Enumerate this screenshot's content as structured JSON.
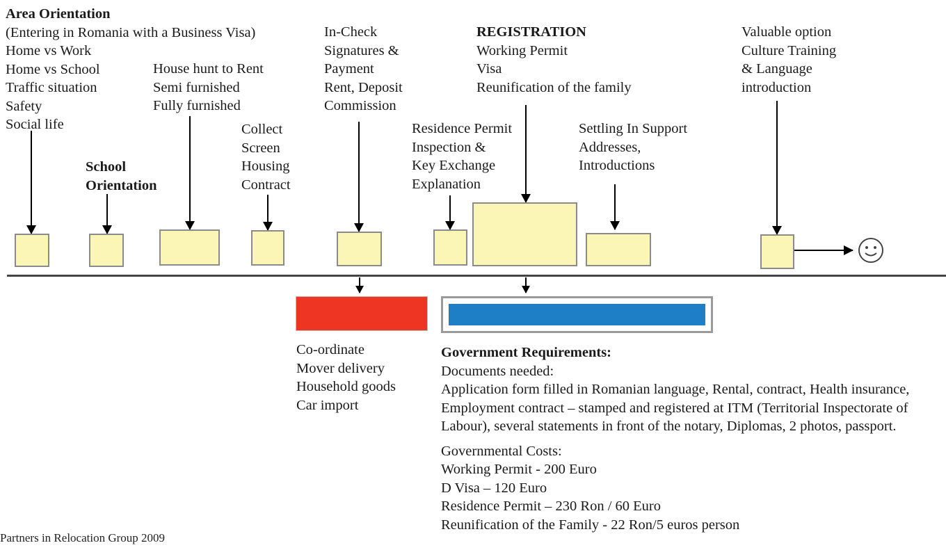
{
  "steps": {
    "area": {
      "title": "Area Orientation",
      "lines": [
        "(Entering in Romania with a Business Visa)",
        "Home vs Work",
        "Home vs School",
        "Traffic situation",
        "Safety",
        "Social life"
      ]
    },
    "school": {
      "lines": [
        "School",
        "Orientation"
      ]
    },
    "house": {
      "lines": [
        "House hunt to Rent",
        "Semi furnished",
        "Fully furnished"
      ]
    },
    "collect": {
      "lines": [
        "Collect",
        "Screen",
        "Housing",
        "Contract"
      ]
    },
    "incheck": {
      "lines": [
        "In-Check",
        "Signatures &",
        "Payment",
        "Rent, Deposit",
        "Commission"
      ]
    },
    "residence": {
      "lines": [
        "Residence Permit",
        "Inspection &",
        "Key Exchange",
        "Explanation"
      ]
    },
    "registration": {
      "title": "REGISTRATION",
      "lines": [
        "Working Permit",
        "Visa",
        "Reunification of the family"
      ]
    },
    "settling": {
      "lines": [
        "Settling In Support",
        "Addresses,",
        "Introductions"
      ]
    },
    "valuable": {
      "lines": [
        "Valuable option",
        "Culture Training",
        "& Language",
        "introduction"
      ]
    }
  },
  "movers": {
    "lines": [
      "Co-ordinate",
      "Mover delivery",
      "Household goods",
      "Car import"
    ]
  },
  "government": {
    "title": "Government Requirements:",
    "docs_heading": "Documents needed:",
    "docs_text": "Application form filled in Romanian language, Rental, contract, Health insurance, Employment contract – stamped and registered at ITM (Territorial Inspectorate of Labour), several statements in front of the notary, Diplomas, 2 photos, passport.",
    "costs_heading": "Governmental Costs:",
    "costs": [
      "Working Permit - 200 Euro",
      "D Visa – 120 Euro",
      "Residence Permit – 230 Ron / 60 Euro",
      "Reunification of the Family - 22 Ron/5 euros person"
    ]
  },
  "credit": "Partners in Relocation Group 2009",
  "colors": {
    "box_fill": "#fbf5b6",
    "red_bar": "#ee3524",
    "blue_bar": "#1e7fc7"
  },
  "icons": {
    "end": "smiley-icon"
  }
}
